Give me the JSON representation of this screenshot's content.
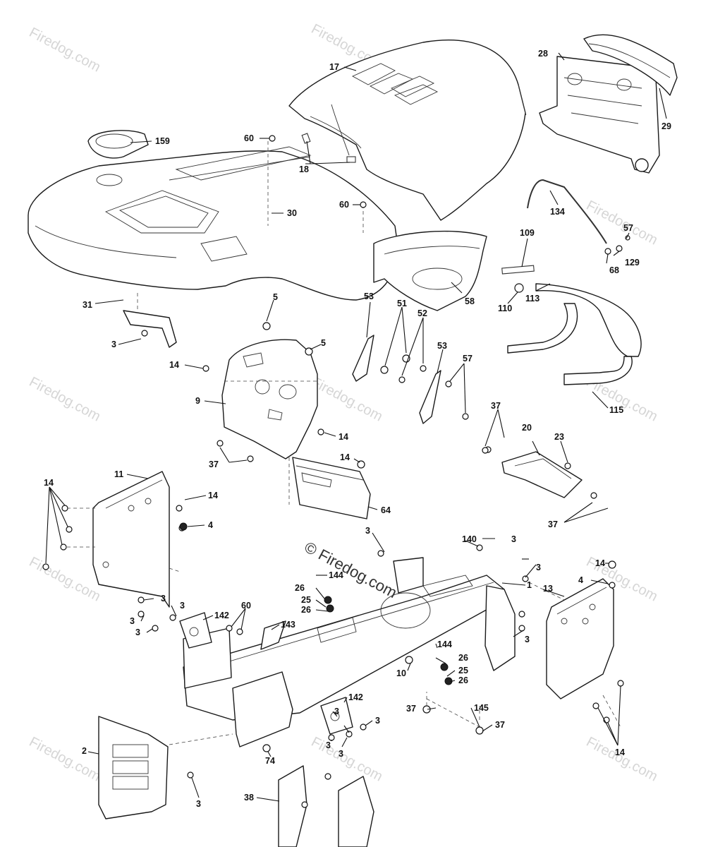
{
  "watermark": {
    "text": "Firedog.com",
    "center_text": "© Firedog.com"
  },
  "callouts": {
    "c17": "17",
    "c28": "28",
    "c29": "29",
    "c159": "159",
    "c60a": "60",
    "c18": "18",
    "c60b": "60",
    "c30": "30",
    "c134": "134",
    "c57a": "57",
    "c129": "129",
    "c68": "68",
    "c109": "109",
    "c110": "110",
    "c113": "113",
    "c58": "58",
    "c31": "31",
    "c3a": "3",
    "c5a": "5",
    "c5b": "5",
    "c53a": "53",
    "c51": "51",
    "c52": "52",
    "c53b": "53",
    "c57b": "57",
    "c115": "115",
    "c14a": "14",
    "c9": "9",
    "c14b": "14",
    "c37a": "37",
    "c14c": "14",
    "c37b": "37",
    "c20": "20",
    "c23": "23",
    "c11": "11",
    "c14d": "14",
    "c14e": "14",
    "c4a": "4",
    "c64": "64",
    "c37c": "37",
    "c3b": "3",
    "c140": "140",
    "c3c": "3",
    "c3d": "3",
    "c14f": "14",
    "c4b": "4",
    "c144a": "144",
    "c26a": "26",
    "c25a": "25",
    "c26b": "26",
    "c1": "1",
    "c13": "13",
    "c3e": "3",
    "c3f": "3",
    "c3g": "3",
    "c3h": "3",
    "c142a": "142",
    "c60c": "60",
    "c143": "143",
    "c3i": "3",
    "c144b": "144",
    "c26c": "26",
    "c10": "10",
    "c25b": "25",
    "c26d": "26",
    "c37d": "37",
    "c145": "145",
    "c37e": "37",
    "c142b": "142",
    "c3j": "3",
    "c3k": "3",
    "c3l": "3",
    "c3m": "3",
    "c2": "2",
    "c74": "74",
    "c14g": "14",
    "c3n": "3",
    "c38": "38"
  }
}
